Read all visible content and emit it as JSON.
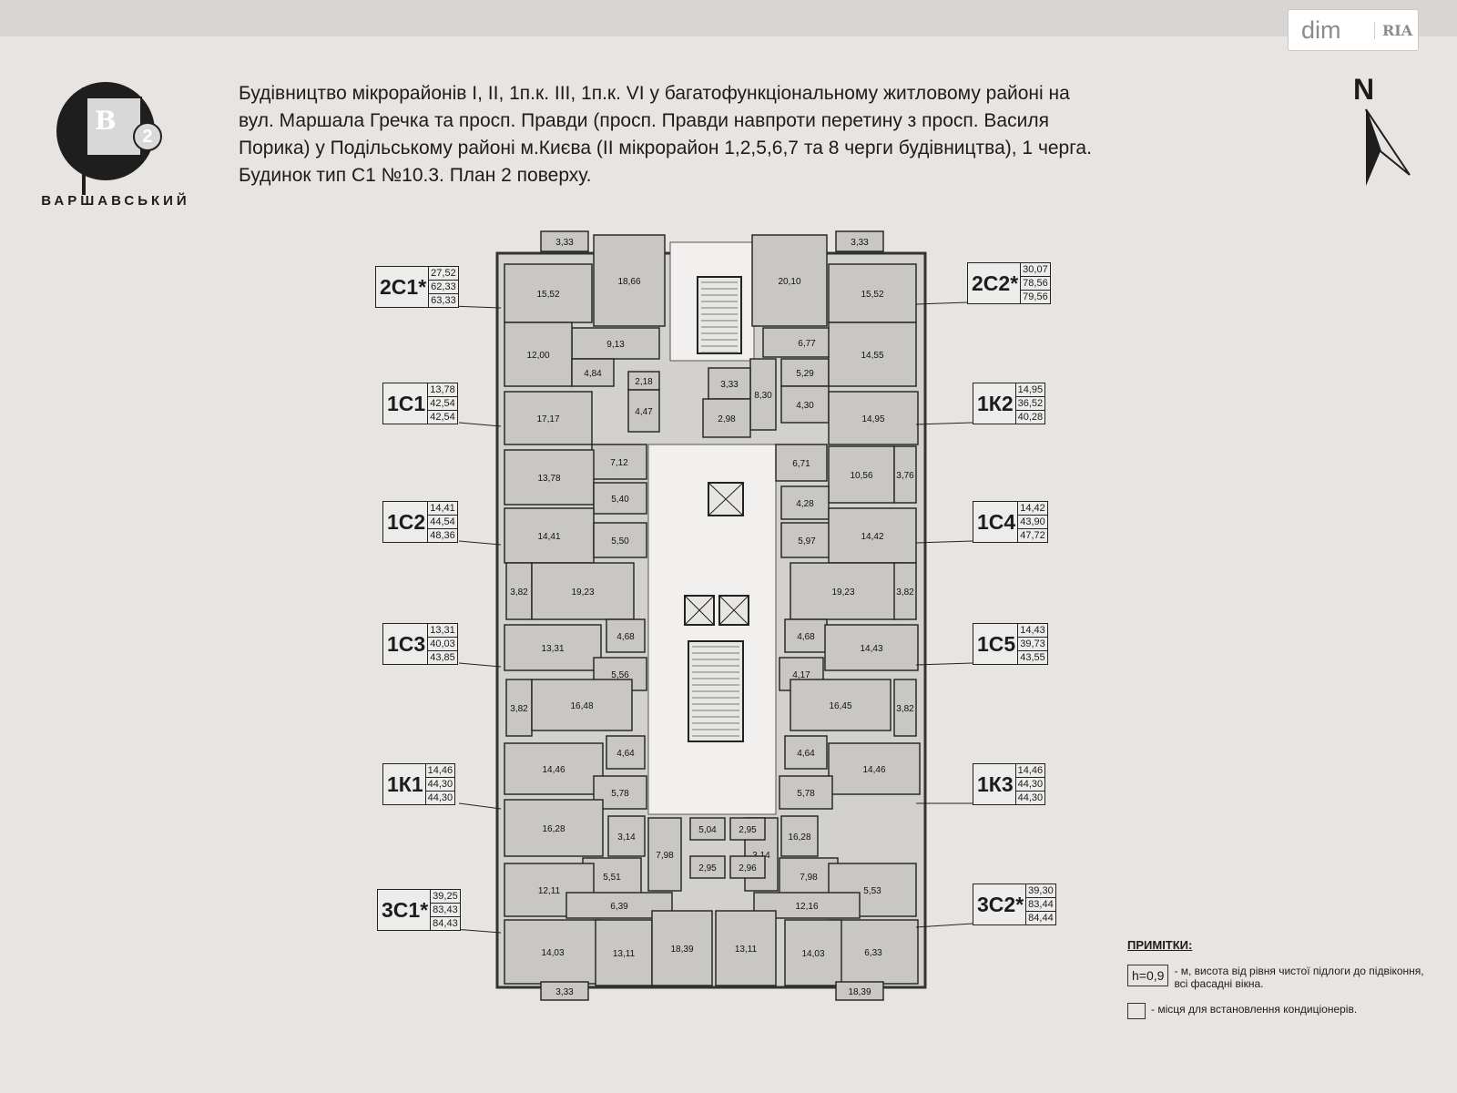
{
  "watermark": {
    "site": "dim",
    "brand": "RIA"
  },
  "logo": {
    "letter": "B",
    "number": "2",
    "name": "ВАРШАВСЬКИЙ"
  },
  "title_lines": [
    "Будівництво мікрорайонів I, II, 1п.к. III, 1п.к. VI у багатофункціональному житловому районі на",
    "вул. Маршала Гречка та просп. Правди (просп. Правди навпроти перетину  з просп. Василя",
    "Порика) у Подільському районі м.Києва (II мікрорайон 1,2,5,6,7 та 8 черги будівництва), 1 черга.",
    "Будинок тип С1  №10.3.   План 2 поверху."
  ],
  "north_label": "N",
  "units": [
    {
      "code": "2С1*",
      "areas": [
        "27,52",
        "62,33",
        "63,33"
      ]
    },
    {
      "code": "1С1",
      "areas": [
        "13,78",
        "42,54",
        "42,54"
      ]
    },
    {
      "code": "1С2",
      "areas": [
        "14,41",
        "44,54",
        "48,36"
      ]
    },
    {
      "code": "1С3",
      "areas": [
        "13,31",
        "40,03",
        "43,85"
      ]
    },
    {
      "code": "1К1",
      "areas": [
        "14,46",
        "44,30",
        "44,30"
      ]
    },
    {
      "code": "3С1*",
      "areas": [
        "39,25",
        "83,43",
        "84,43"
      ]
    },
    {
      "code": "2С2*",
      "areas": [
        "30,07",
        "78,56",
        "79,56"
      ]
    },
    {
      "code": "1К2",
      "areas": [
        "14,95",
        "36,52",
        "40,28"
      ]
    },
    {
      "code": "1С4",
      "areas": [
        "14,42",
        "43,90",
        "47,72"
      ]
    },
    {
      "code": "1С5",
      "areas": [
        "14,43",
        "39,73",
        "43,55"
      ]
    },
    {
      "code": "1К3",
      "areas": [
        "14,46",
        "44,30",
        "44,30"
      ]
    },
    {
      "code": "3С2*",
      "areas": [
        "39,30",
        "83,44",
        "84,44"
      ]
    }
  ],
  "room_areas": [
    "3,33",
    "18,66",
    "15,52",
    "9,13",
    "12,00",
    "4,84",
    "2,18",
    "4,47",
    "17,17",
    "7,12",
    "13,78",
    "5,40",
    "14,41",
    "5,50",
    "3,82",
    "19,23",
    "4,68",
    "13,31",
    "5,56",
    "3,82",
    "16,48",
    "4,64",
    "14,46",
    "5,78",
    "16,28",
    "3,14",
    "7,98",
    "5,51",
    "12,11",
    "6,39",
    "14,03",
    "13,11",
    "18,39",
    "3,33",
    "3,33",
    "20,10",
    "15,52",
    "6,77",
    "5,29",
    "14,55",
    "8,30",
    "4,30",
    "14,95",
    "6,71",
    "10,56",
    "3,76",
    "4,28",
    "5,97",
    "14,42",
    "19,23",
    "3,82",
    "4,68",
    "14,43",
    "4,17",
    "16,45",
    "3,82",
    "4,64",
    "14,46",
    "5,78",
    "16,28",
    "3,14",
    "7,98",
    "5,53",
    "12,16",
    "6,33",
    "14,03",
    "13,11",
    "18,39",
    "3,33",
    "2,98",
    "5,04",
    "2,95",
    "2,95",
    "2,96",
    "2,96"
  ],
  "notes": {
    "heading": "ПРИМІТКИ:",
    "height_mark": "h=0,9",
    "height_text": "- м, висота від рівня чистої підлоги до підвіконня, всі фасадні вікна.",
    "ac_text": "- місця для встановлення кондиціонерів."
  }
}
